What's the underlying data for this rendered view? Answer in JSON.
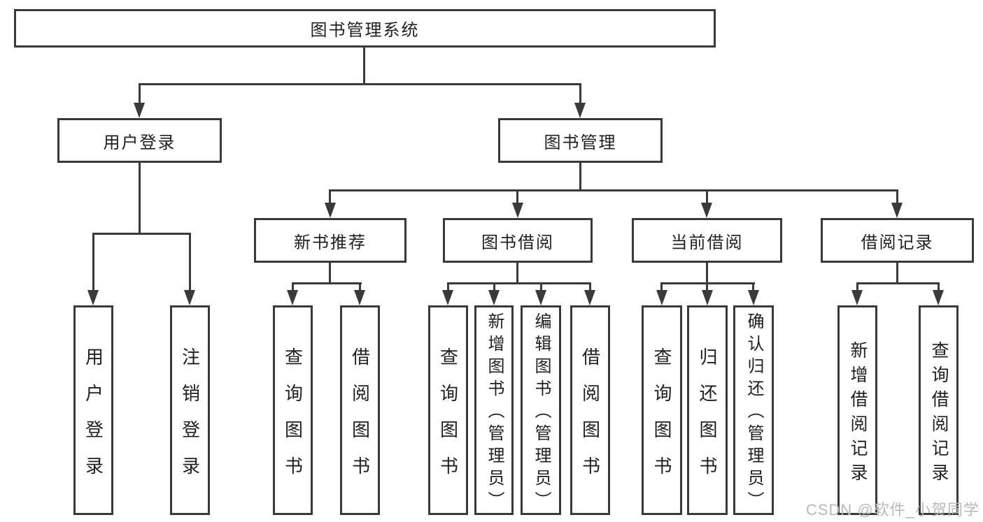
{
  "diagram": {
    "root": {
      "label": "图书管理系统",
      "children": [
        {
          "label": "用户登录",
          "children": [
            {
              "label": "用户登录"
            },
            {
              "label": "注销登录"
            }
          ]
        },
        {
          "label": "图书管理",
          "children": [
            {
              "label": "新书推荐",
              "children": [
                {
                  "label": "查询图书"
                },
                {
                  "label": "借阅图书"
                }
              ]
            },
            {
              "label": "图书借阅",
              "children": [
                {
                  "label": "查询图书"
                },
                {
                  "label": "新增图书（管理员）"
                },
                {
                  "label": "编辑图书（管理员）"
                },
                {
                  "label": "借阅图书"
                }
              ]
            },
            {
              "label": "当前借阅",
              "children": [
                {
                  "label": "查询图书"
                },
                {
                  "label": "归还图书"
                },
                {
                  "label": "确认归还（管理员）"
                }
              ]
            },
            {
              "label": "借阅记录",
              "children": [
                {
                  "label": "新增借阅记录"
                },
                {
                  "label": "查询借阅记录"
                }
              ]
            }
          ]
        }
      ]
    }
  },
  "watermark": {
    "text": "CSDN @软件_小贺同学"
  },
  "colors": {
    "line": "#3a3a3a",
    "text": "#1f1f1f",
    "watermark": "#b9b9b9",
    "background": "#ffffff"
  }
}
